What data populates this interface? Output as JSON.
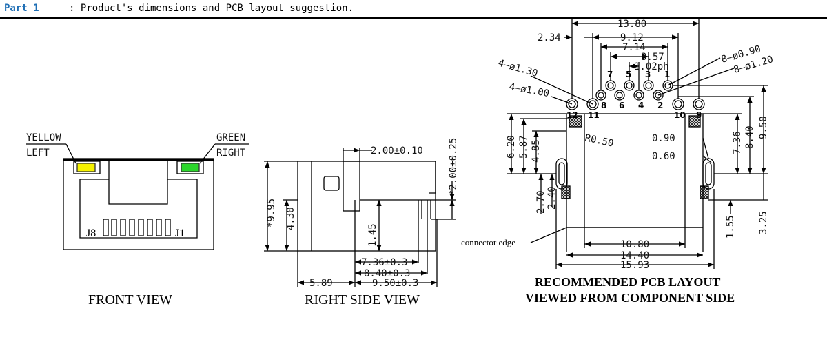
{
  "header": {
    "part": "Part 1 ",
    "description": ": Product's dimensions and PCB layout suggestion."
  },
  "colors": {
    "yellow_led": "#f6f200",
    "green_led": "#2bd62b",
    "header_blue": "#1f6fb5"
  },
  "front": {
    "yellow": "YELLOW",
    "left": "LEFT",
    "green": "GREEN",
    "right": "RIGHT",
    "j8": "J8",
    "j1": "J1",
    "title": "FRONT VIEW"
  },
  "side": {
    "d_200_010": "2.00±0.10",
    "d_200_025": "*2.00±0.25",
    "d_995": "*9.95",
    "d_430": "4.30",
    "d_145": "1.45",
    "d_736": "7.36±0.3",
    "d_840": "8.40±0.3",
    "d_589": "5.89",
    "d_950": "9.50±0.3",
    "title": "RIGHT SIDE VIEW"
  },
  "pcb": {
    "d_1380": "13.80",
    "d_234": "2.34",
    "d_912": "9.12",
    "d_714": "7.14",
    "d_357": "3.57",
    "d_pitch": "1.02ph",
    "holes_090": "8—ø0.90",
    "holes_120": "8—ø1.20",
    "holes_130": "4—ø1.30",
    "holes_100": "4—ø1.00",
    "pin_7": "7",
    "pin_5": "5",
    "pin_3": "3",
    "pin_1": "1",
    "pin_8": "8",
    "pin_6": "6",
    "pin_4": "4",
    "pin_2": "2",
    "pin_12": "12",
    "pin_11": "11",
    "pin_10": "10",
    "pin_9": "9",
    "r050": "R0.50",
    "d_620": "6.20",
    "d_587": "5.87",
    "d_485": "4.85",
    "d_090": "0.90",
    "d_060": "0.60",
    "d_736": "7.36",
    "d_840": "8.40",
    "d_950": "9.50",
    "d_270": "2.70",
    "d_240": "2.40",
    "d_155": "1.55",
    "d_325": "3.25",
    "connector_edge": "connector edge",
    "d_1080": "10.80",
    "d_1440": "14.40",
    "d_1593": "15.93",
    "title1": "RECOMMENDED PCB LAYOUT",
    "title2": "VIEWED FROM COMPONENT SIDE"
  }
}
